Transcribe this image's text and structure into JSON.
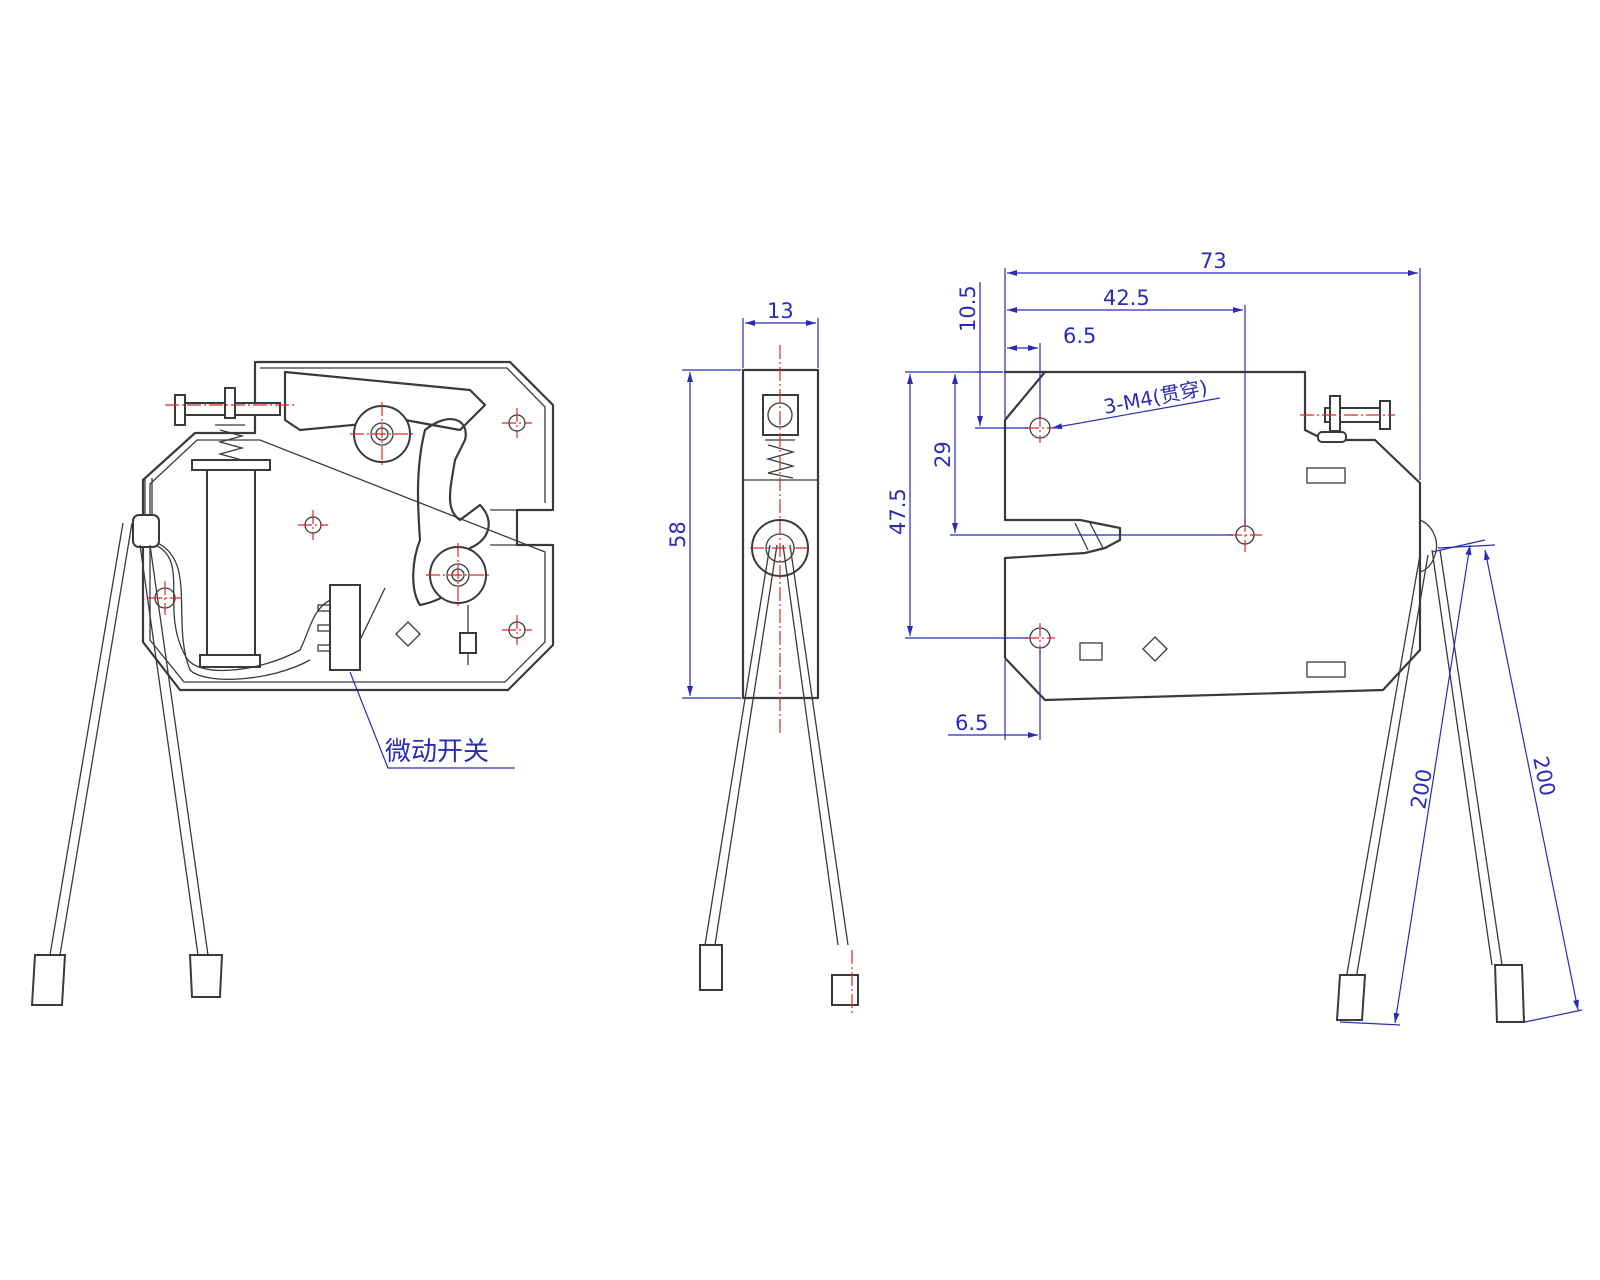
{
  "labels": {
    "microswitch": "微动开关",
    "thread_note": "3-M4(贯穿)"
  },
  "dimensions": {
    "width_13": "13",
    "height_58": "58",
    "overall_73": "73",
    "hole_42_5": "42.5",
    "hole_6_5_top": "6.5",
    "top_10_5": "10.5",
    "height_29": "29",
    "height_47_5": "47.5",
    "hole_6_5_bottom": "6.5",
    "wire_200_a": "200",
    "wire_200_b": "200"
  },
  "colors": {
    "outline": "#3a3a3a",
    "dimension": "#2b2bb5",
    "centerline": "#d42a2a"
  }
}
